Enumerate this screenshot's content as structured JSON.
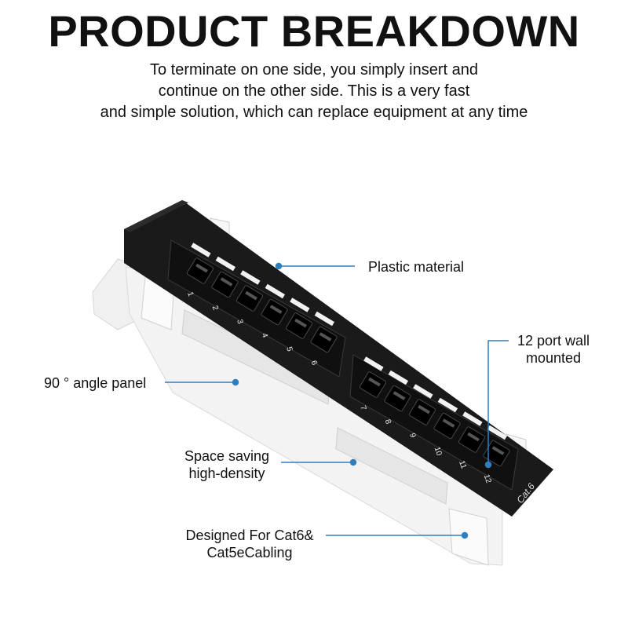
{
  "title": "PRODUCT BREAKDOWN",
  "subtitle": [
    "To terminate on one side, you simply insert and",
    "continue on the other side. This is a very fast",
    "and simple solution, which can replace equipment at any time"
  ],
  "callouts": {
    "plastic": "Plastic material",
    "wall_line1": "12 port wall",
    "wall_line2": "mounted",
    "angle": "90 ° angle panel",
    "space_line1": "Space saving",
    "space_line2": "high-density",
    "cat_line1": "Designed For Cat6&",
    "cat_line2": "Cat5eCabling"
  },
  "panel": {
    "port_numbers": [
      "1",
      "2",
      "3",
      "4",
      "5",
      "6",
      "7",
      "8",
      "9",
      "10",
      "11",
      "12"
    ],
    "model_label": "Cat.6"
  },
  "colors": {
    "panel_black": "#1a1a1a",
    "bracket_white": "#f2f2f2",
    "callout_line": "#2f7fbf"
  }
}
